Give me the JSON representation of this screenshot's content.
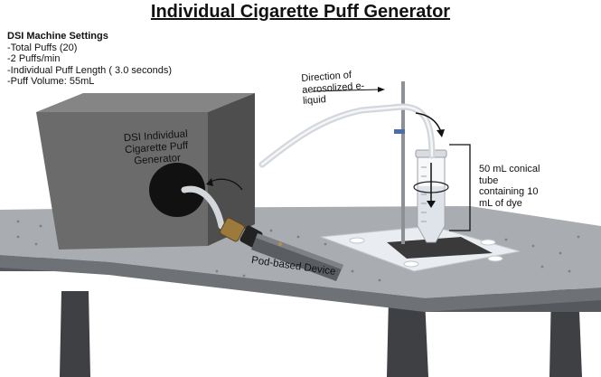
{
  "title": "Individual Cigarette Puff Generator",
  "settings": {
    "heading": "DSI Machine Settings",
    "items": [
      "-Total Puffs (20)",
      "-2 Puffs/min",
      "-Individual Puff Length ( 3.0 seconds)",
      "-Puff Volume: 55mL"
    ]
  },
  "machine_label": {
    "line1": "DSI Individual",
    "line2": "Cigarette Puff",
    "line3": "Generator"
  },
  "direction_label": {
    "line1": "Direction of",
    "line2": "aerosolized e-",
    "line3": "liquid"
  },
  "tube_label": {
    "line1": "50 mL conical",
    "line2": "tube",
    "line3": "containing 10",
    "line4": "mL of dye"
  },
  "device_label": "Pod-based Device",
  "colors": {
    "table_top": "#a9acb0",
    "table_edge": "#6e7175",
    "box_front": "#6b6b6b",
    "box_side": "#4e4e4e",
    "box_top": "#858585",
    "tube_fluid": "#dfe4ea"
  }
}
